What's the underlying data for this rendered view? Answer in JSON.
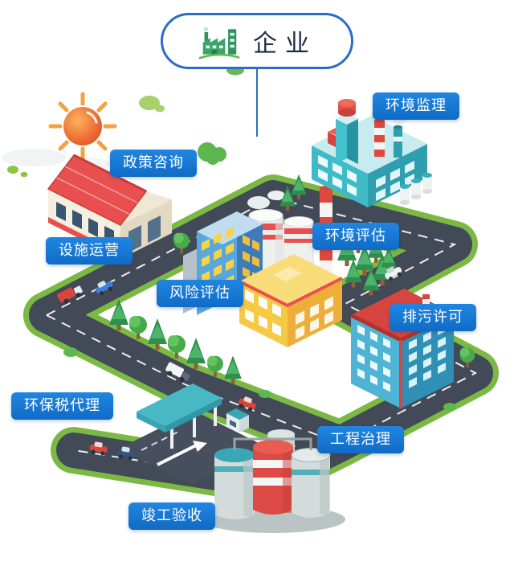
{
  "header": {
    "title": "企业",
    "icon": "factory-icon"
  },
  "labels": [
    {
      "id": "env-supervision",
      "text": "环境监理"
    },
    {
      "id": "policy-consulting",
      "text": "政策咨询"
    },
    {
      "id": "env-assessment",
      "text": "环境评估"
    },
    {
      "id": "facility-operation",
      "text": "设施运营"
    },
    {
      "id": "risk-assessment",
      "text": "风险评估"
    },
    {
      "id": "discharge-permit",
      "text": "排污许可"
    },
    {
      "id": "env-tax-agency",
      "text": "环保税代理"
    },
    {
      "id": "engineering-treatment",
      "text": "工程治理"
    },
    {
      "id": "completion-acceptance",
      "text": "竣工验收"
    }
  ],
  "colors": {
    "label_bg": "#1576d0",
    "label_text": "#ffffff",
    "pill_border": "#2a6cc8",
    "pill_text": "#1c2b4a",
    "connector": "#2a6cc8",
    "road": "#424957",
    "grass_edge": "#7cb944",
    "lane_marking": "#ffffff",
    "sun_core": "#ef6c35",
    "warehouse_roof": "#e8504f",
    "factory_teal": "#41bac8",
    "workshop_yellow": "#f6c945",
    "tower_blue": "#58a8dc",
    "tank_red": "#dd4a45",
    "foliage": "#3fa75e"
  },
  "icons": [
    "factory-icon",
    "sun-icon",
    "green-blob",
    "pine-tree-icon",
    "round-tree-icon",
    "truck-icon",
    "car-icon"
  ]
}
